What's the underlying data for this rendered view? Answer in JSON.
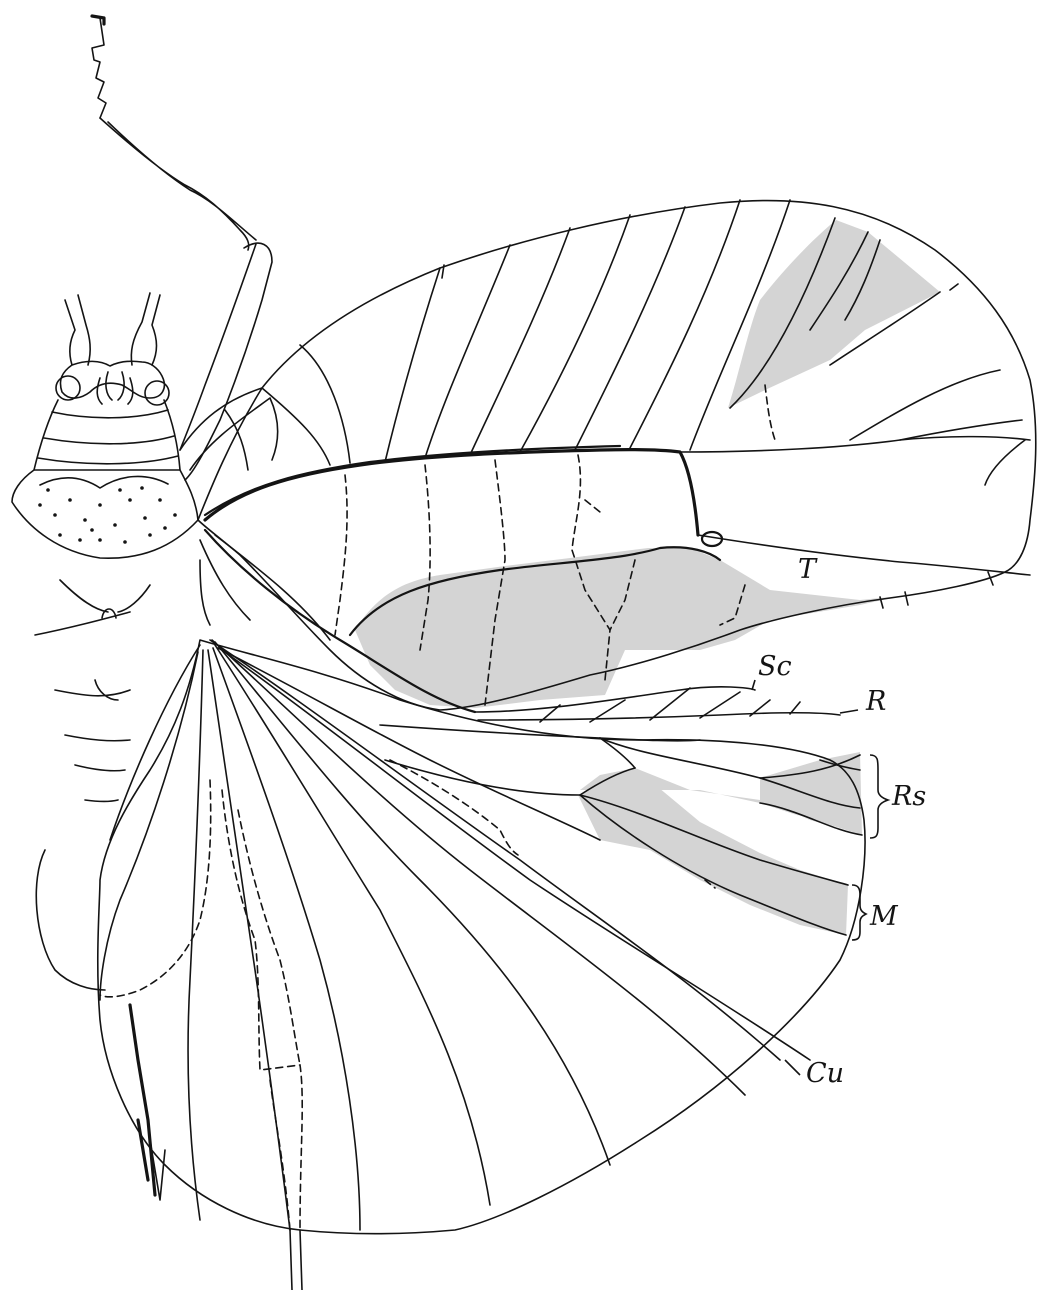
{
  "figure": {
    "labels": {
      "T": "T",
      "Sc": "Sc",
      "R": "R",
      "Rs": "Rs",
      "M": "M",
      "Cu": "Cu"
    },
    "colors": {
      "ink": "#141414",
      "shading": "#d4d4d4",
      "background": "#ffffff"
    }
  }
}
